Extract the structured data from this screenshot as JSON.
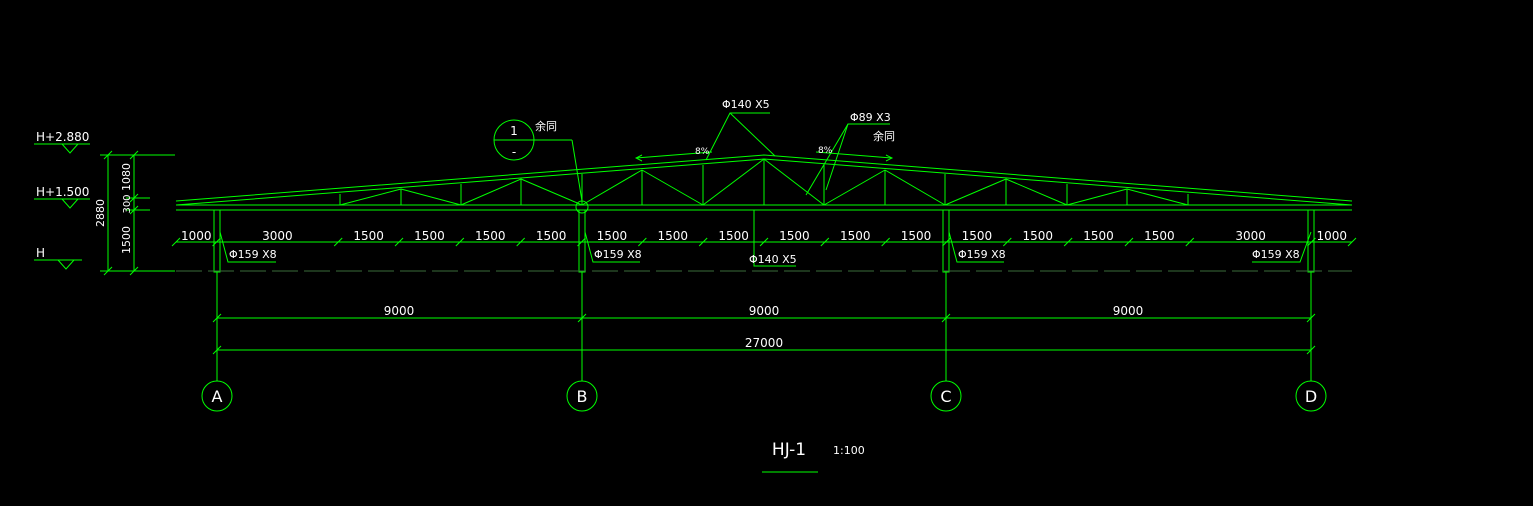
{
  "title": "HJ-1",
  "scale": "1:100",
  "colors": {
    "background": "#000000",
    "truss": "#00ff00",
    "text": "#ffffff",
    "dimension": "#00ff00",
    "hatch": "#3a6b3a"
  },
  "levels": [
    "H+2.880",
    "H+1.500",
    "H"
  ],
  "vertical_dims": {
    "total": "2880",
    "lower": "1500",
    "middle": "300",
    "upper": "1080"
  },
  "annotations": {
    "top_chord_size": "Φ140 X5",
    "web_size": "Φ89 X3",
    "same_left": "余同",
    "same_right": "余同",
    "slope_left": "8%",
    "slope_right": "8%",
    "column_size_a": "Φ159 X8",
    "column_size_b": "Φ159 X8",
    "column_size_c": "Φ159 X8",
    "column_size_d": "Φ159 X8",
    "bottom_chord_size": "Φ140 X5",
    "detail_number": "1",
    "detail_sheet": "-"
  },
  "panel_dims": [
    "1000",
    "3000",
    "1500",
    "1500",
    "1500",
    "1500",
    "1500",
    "1500",
    "1500",
    "1500",
    "1500",
    "1500",
    "1500",
    "1500",
    "1500",
    "1500",
    "3000",
    "1000"
  ],
  "span_dims": [
    "9000",
    "9000",
    "9000"
  ],
  "total_dim": "27000",
  "axes": [
    "A",
    "B",
    "C",
    "D"
  ]
}
